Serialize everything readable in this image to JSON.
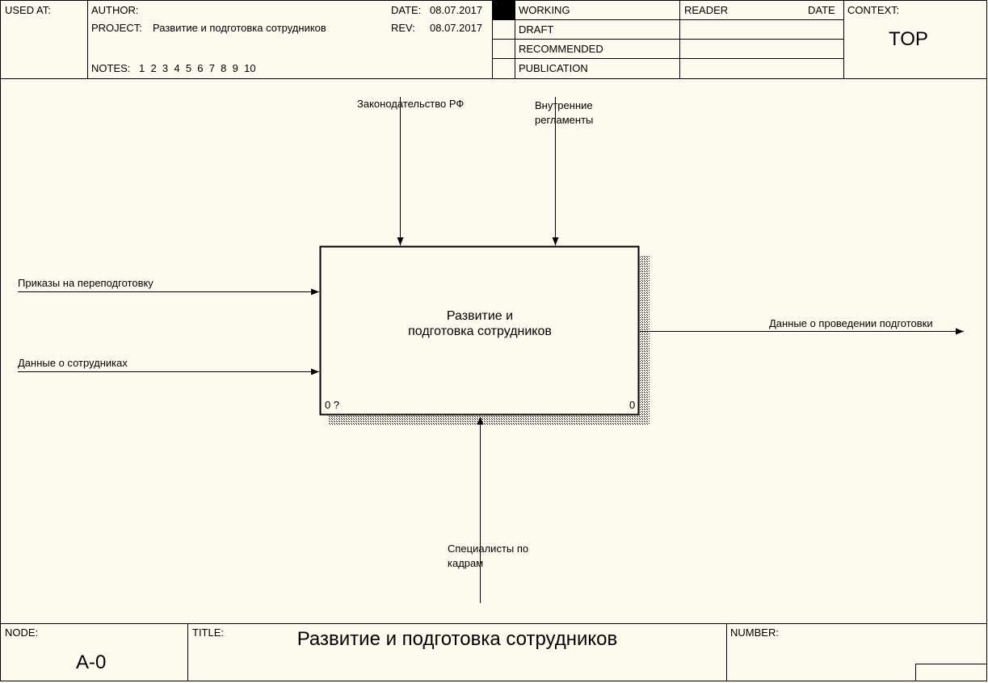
{
  "header": {
    "used_at_label": "USED AT:",
    "author_label": "AUTHOR:",
    "project_label": "PROJECT:",
    "project_value": "Развитие и подготовка сотрудников",
    "date_label": "DATE:",
    "date_value": "08.07.2017",
    "rev_label": "REV:",
    "rev_value": "08.07.2017",
    "notes_label": "NOTES:",
    "notes_values": "1  2  3  4  5  6  7  8  9  10",
    "status_items": [
      "WORKING",
      "DRAFT",
      "RECOMMENDED",
      "PUBLICATION"
    ],
    "reader_label": "READER",
    "reader_date_label": "DATE",
    "context_label": "CONTEXT:",
    "context_value": "TOP"
  },
  "diagram": {
    "box": {
      "title": "Развитие и подготовка сотрудников",
      "title_line1": "Развитие и",
      "title_line2": "подготовка сотрудников",
      "left_number": "0 ?",
      "right_number": "0"
    },
    "controls": [
      {
        "label": "Законодательство РФ"
      },
      {
        "label": "Внутренние регламенты"
      }
    ],
    "inputs": [
      {
        "label": "Приказы на переподготовку"
      },
      {
        "label": "Данные о сотрудниках"
      }
    ],
    "outputs": [
      {
        "label": "Данные о проведении подготовки"
      }
    ],
    "mechanisms": [
      {
        "label": "Специалисты по кадрам"
      }
    ]
  },
  "footer": {
    "node_label": "NODE:",
    "node_value": "A-0",
    "title_label": "TITLE:",
    "title_value": "Развитие и подготовка сотрудников",
    "number_label": "NUMBER:"
  },
  "colors": {
    "background": "#fffaf0",
    "lines": "#000000"
  }
}
